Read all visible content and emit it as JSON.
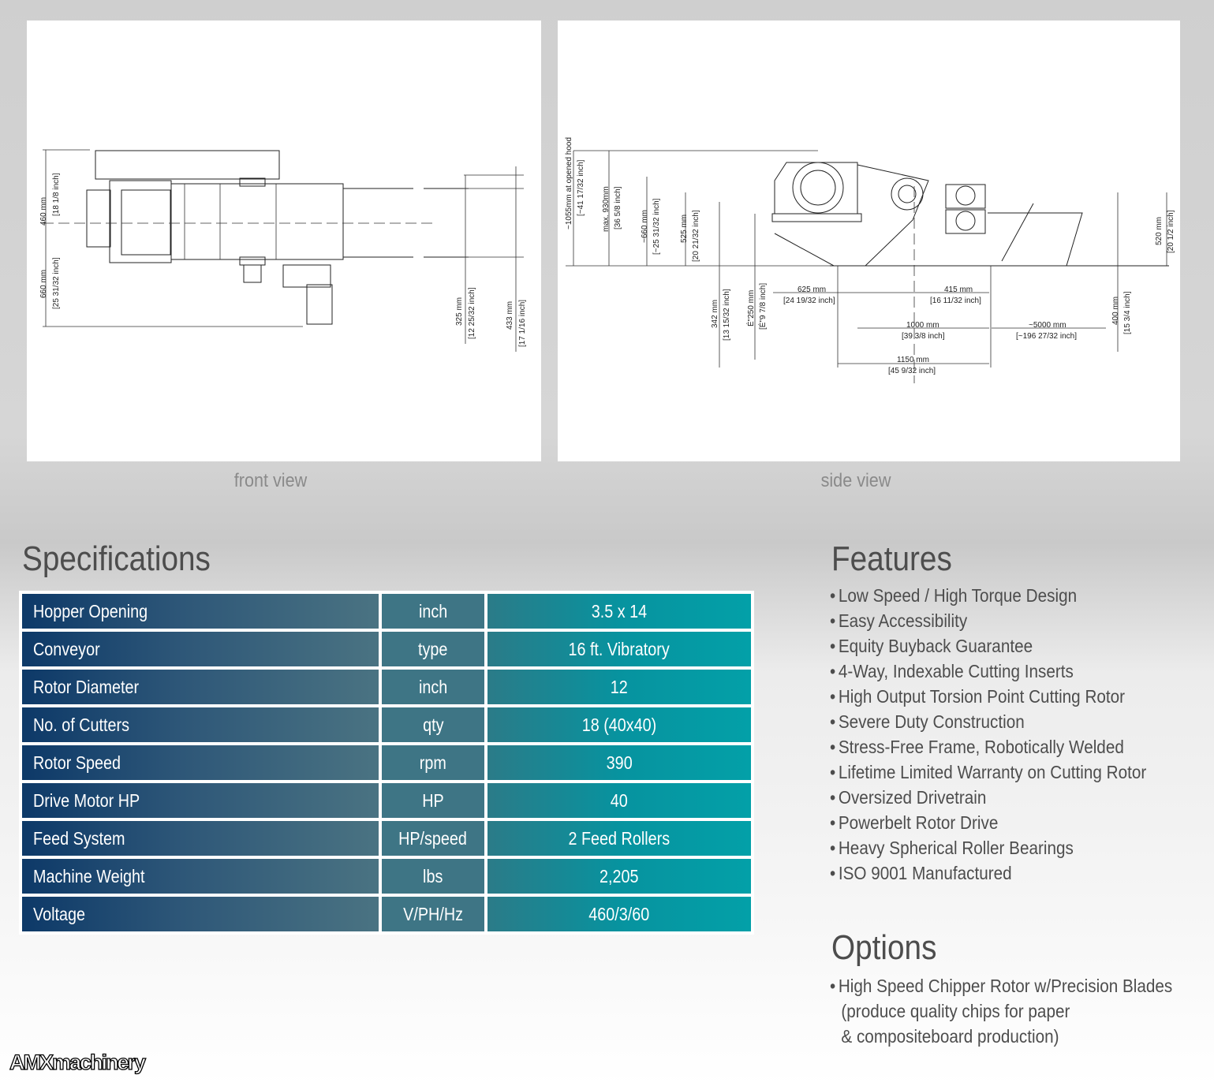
{
  "drawings": {
    "front": {
      "caption": "front view",
      "dims": [
        {
          "mm": "460 mm",
          "inch": "[18 1/8 inch]"
        },
        {
          "mm": "660 mm",
          "inch": "[25 31/32 inch]"
        },
        {
          "mm": "325 mm",
          "inch": "[12 25/32 inch]"
        },
        {
          "mm": "433 mm",
          "inch": "[17 1/16 inch]"
        }
      ]
    },
    "side": {
      "caption": "side view",
      "dims": [
        {
          "mm": "~1055mm at opened hood",
          "inch": "[~41 17/32 inch]"
        },
        {
          "mm": "max. 930mm",
          "inch": "[36 5/8 inch]"
        },
        {
          "mm": "~660 mm",
          "inch": "[~25 31/32 inch]"
        },
        {
          "mm": "525 mm",
          "inch": "[20 21/32 inch]"
        },
        {
          "mm": "342 mm",
          "inch": "[13 15/32 inch]"
        },
        {
          "mm": "É\"250 mm",
          "inch": "[É\"9 7/8 inch]"
        },
        {
          "mm": "625 mm",
          "inch": "[24 19/32 inch]"
        },
        {
          "mm": "415 mm",
          "inch": "[16 11/32 inch]"
        },
        {
          "mm": "1000 mm",
          "inch": "[39 3/8 inch]"
        },
        {
          "mm": "~5000 mm",
          "inch": "[~196 27/32 inch]"
        },
        {
          "mm": "1150 mm",
          "inch": "[45 9/32 inch]"
        },
        {
          "mm": "520 mm",
          "inch": "[20 1/2 inch]"
        },
        {
          "mm": "400 mm",
          "inch": "[15 3/4 inch]"
        }
      ]
    }
  },
  "specifications": {
    "title": "Specifications",
    "rows": [
      {
        "name": "Hopper Opening",
        "unit": "inch",
        "value": "3.5 x 14"
      },
      {
        "name": "Conveyor",
        "unit": "type",
        "value": "16 ft. Vibratory"
      },
      {
        "name": "Rotor Diameter",
        "unit": "inch",
        "value": "12"
      },
      {
        "name": "No. of Cutters",
        "unit": "qty",
        "value": "18 (40x40)"
      },
      {
        "name": "Rotor Speed",
        "unit": "rpm",
        "value": "390"
      },
      {
        "name": "Drive Motor HP",
        "unit": "HP",
        "value": "40"
      },
      {
        "name": "Feed System",
        "unit": "HP/speed",
        "value": "2 Feed Rollers"
      },
      {
        "name": "Machine Weight",
        "unit": "lbs",
        "value": "2,205"
      },
      {
        "name": "Voltage",
        "unit": "V/PH/Hz",
        "value": "460/3/60"
      }
    ]
  },
  "features": {
    "title": "Features",
    "items": [
      "Low Speed / High Torque Design",
      "Easy Accessibility",
      "Equity Buyback Guarantee",
      "4-Way, Indexable Cutting Inserts",
      "High Output Torsion Point Cutting Rotor",
      "Severe Duty Construction",
      "Stress-Free Frame, Robotically Welded",
      "Lifetime Limited Warranty on Cutting Rotor",
      "Oversized Drivetrain",
      "Powerbelt Rotor Drive",
      "Heavy Spherical Roller Bearings",
      "ISO 9001 Manufactured"
    ]
  },
  "options": {
    "title": "Options",
    "lines": [
      "High Speed Chipper Rotor w/Precision Blades",
      "(produce quality chips for paper",
      "& compositeboard production)"
    ]
  },
  "watermark": "AMXmachinery"
}
